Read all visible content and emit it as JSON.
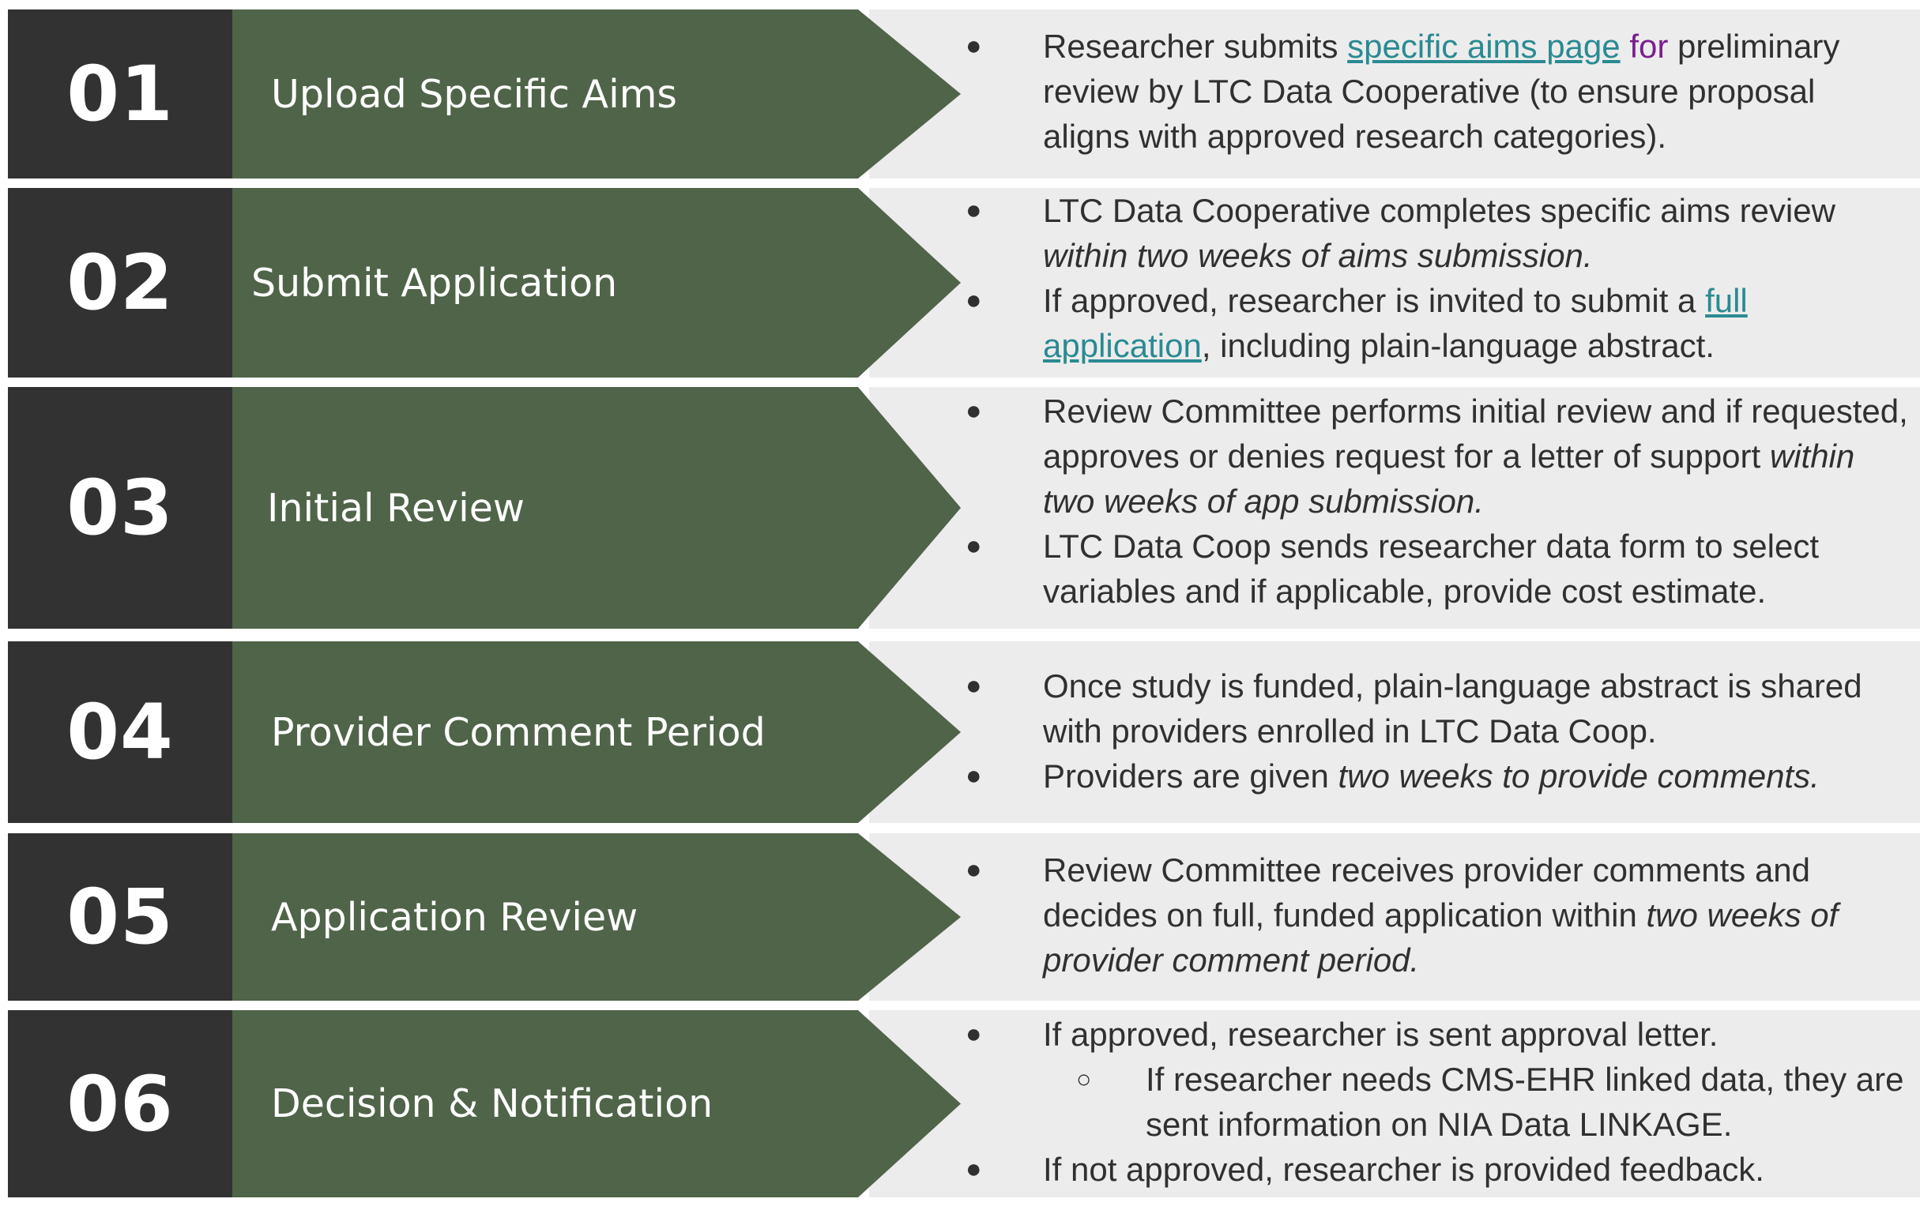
{
  "steps": [
    {
      "number": "01",
      "title": "Upload Specific Aims",
      "b1": {
        "pre": "Researcher submits ",
        "link": "specific aims page",
        "mid": "for",
        "post": " preliminary review by LTC Data Cooperative (to ensure proposal aligns with approved research categories)."
      }
    },
    {
      "number": "02",
      "title": "Submit Application",
      "b1": {
        "pre": "LTC Data Cooperative completes specific aims review ",
        "em": "within two weeks of aims submission."
      },
      "b2": {
        "pre": "If approved, researcher is invited to submit a ",
        "link": "full application",
        "post": ", including plain-language abstract."
      }
    },
    {
      "number": "03",
      "title": "Initial Review",
      "b1": {
        "pre": "Review Committee performs initial review and if requested, approves or denies request for a letter of support ",
        "em": "within two weeks of app submission."
      },
      "b2": {
        "pre": "LTC Data Coop sends researcher data form to select variables and if applicable, provide cost estimate."
      }
    },
    {
      "number": "04",
      "title": "Provider Comment Period",
      "b1": {
        "pre": "Once study is funded, plain-language abstract is shared with providers enrolled in LTC Data Coop."
      },
      "b2": {
        "pre": "Providers are given ",
        "em": "two weeks to provide comments."
      }
    },
    {
      "number": "05",
      "title": "Application Review",
      "b1": {
        "pre": "Review Committee receives provider comments and decides on full, funded application within ",
        "em": "two weeks of provider comment period."
      }
    },
    {
      "number": "06",
      "title": "Decision & Notification",
      "b1": {
        "pre": "If approved, researcher is sent approval letter."
      },
      "sub": {
        "pre": "If researcher needs CMS-EHR linked data, they are sent information on NIA Data LINKAGE."
      },
      "b2": {
        "pre": "If not approved, researcher is provided feedback."
      }
    }
  ],
  "bullet_glyph": "●",
  "sub_bullet_glyph": "○"
}
